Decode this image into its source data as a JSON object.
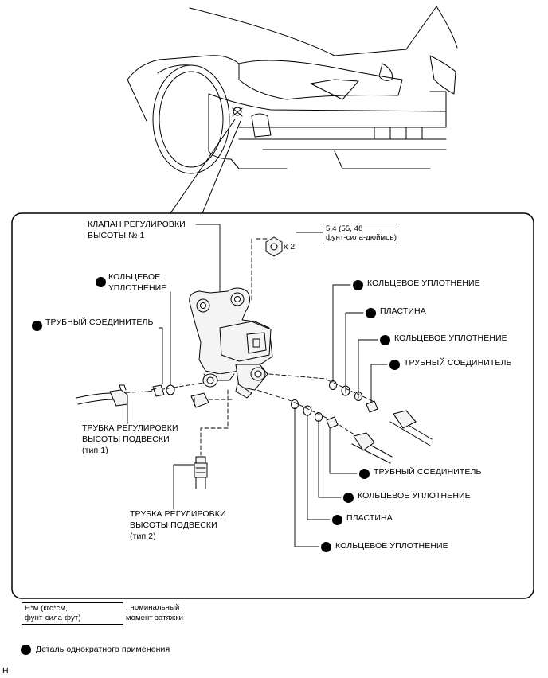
{
  "labels": {
    "valve_line1": "КЛАПАН РЕГУЛИРОВКИ",
    "valve_line2": "ВЫСОТЫ № 1",
    "oring_left_line1": "КОЛЬЦЕВОЕ",
    "oring_left_line2": "УПЛОТНЕНИЕ",
    "connector_left": "ТРУБНЫЙ СОЕДИНИТЕЛЬ",
    "tube_type1_line1": "ТРУБКА РЕГУЛИРОВКИ",
    "tube_type1_line2": "ВЫСОТЫ ПОДВЕСКИ",
    "tube_type1_line3": "(тип 1)",
    "tube_type2_line1": "ТРУБКА РЕГУЛИРОВКИ",
    "tube_type2_line2": "ВЫСОТЫ ПОДВЕСКИ",
    "tube_type2_line3": "(тип 2)",
    "oring_r1": "КОЛЬЦЕВОЕ УПЛОТНЕНИЕ",
    "plate_r1": "ПЛАСТИНА",
    "oring_r2": "КОЛЬЦЕВОЕ УПЛОТНЕНИЕ",
    "connector_r1": "ТРУБНЫЙ СОЕДИНИТЕЛЬ",
    "connector_r2": "ТРУБНЫЙ СОЕДИНИТЕЛЬ",
    "oring_r3": "КОЛЬЦЕВОЕ УПЛОТНЕНИЕ",
    "plate_r2": "ПЛАСТИНА",
    "oring_r4": "КОЛЬЦЕВОЕ УПЛОТНЕНИЕ",
    "nut_qty": "x 2"
  },
  "torque": {
    "spec_line1": "5,4 (55, 48",
    "spec_line2": "фунт-сила-дюймов)"
  },
  "legend": {
    "unit_line1": "Н*м (кгс*см,",
    "unit_line2": "фунт-сила-фут)",
    "desc_line1": ": номинальный",
    "desc_line2": "момент затяжки",
    "single_use": "Деталь однократного применения"
  },
  "footer": {
    "code": "H"
  },
  "colors": {
    "ink": "#000000",
    "paper": "#ffffff",
    "part_fill": "#f4f4f4"
  }
}
